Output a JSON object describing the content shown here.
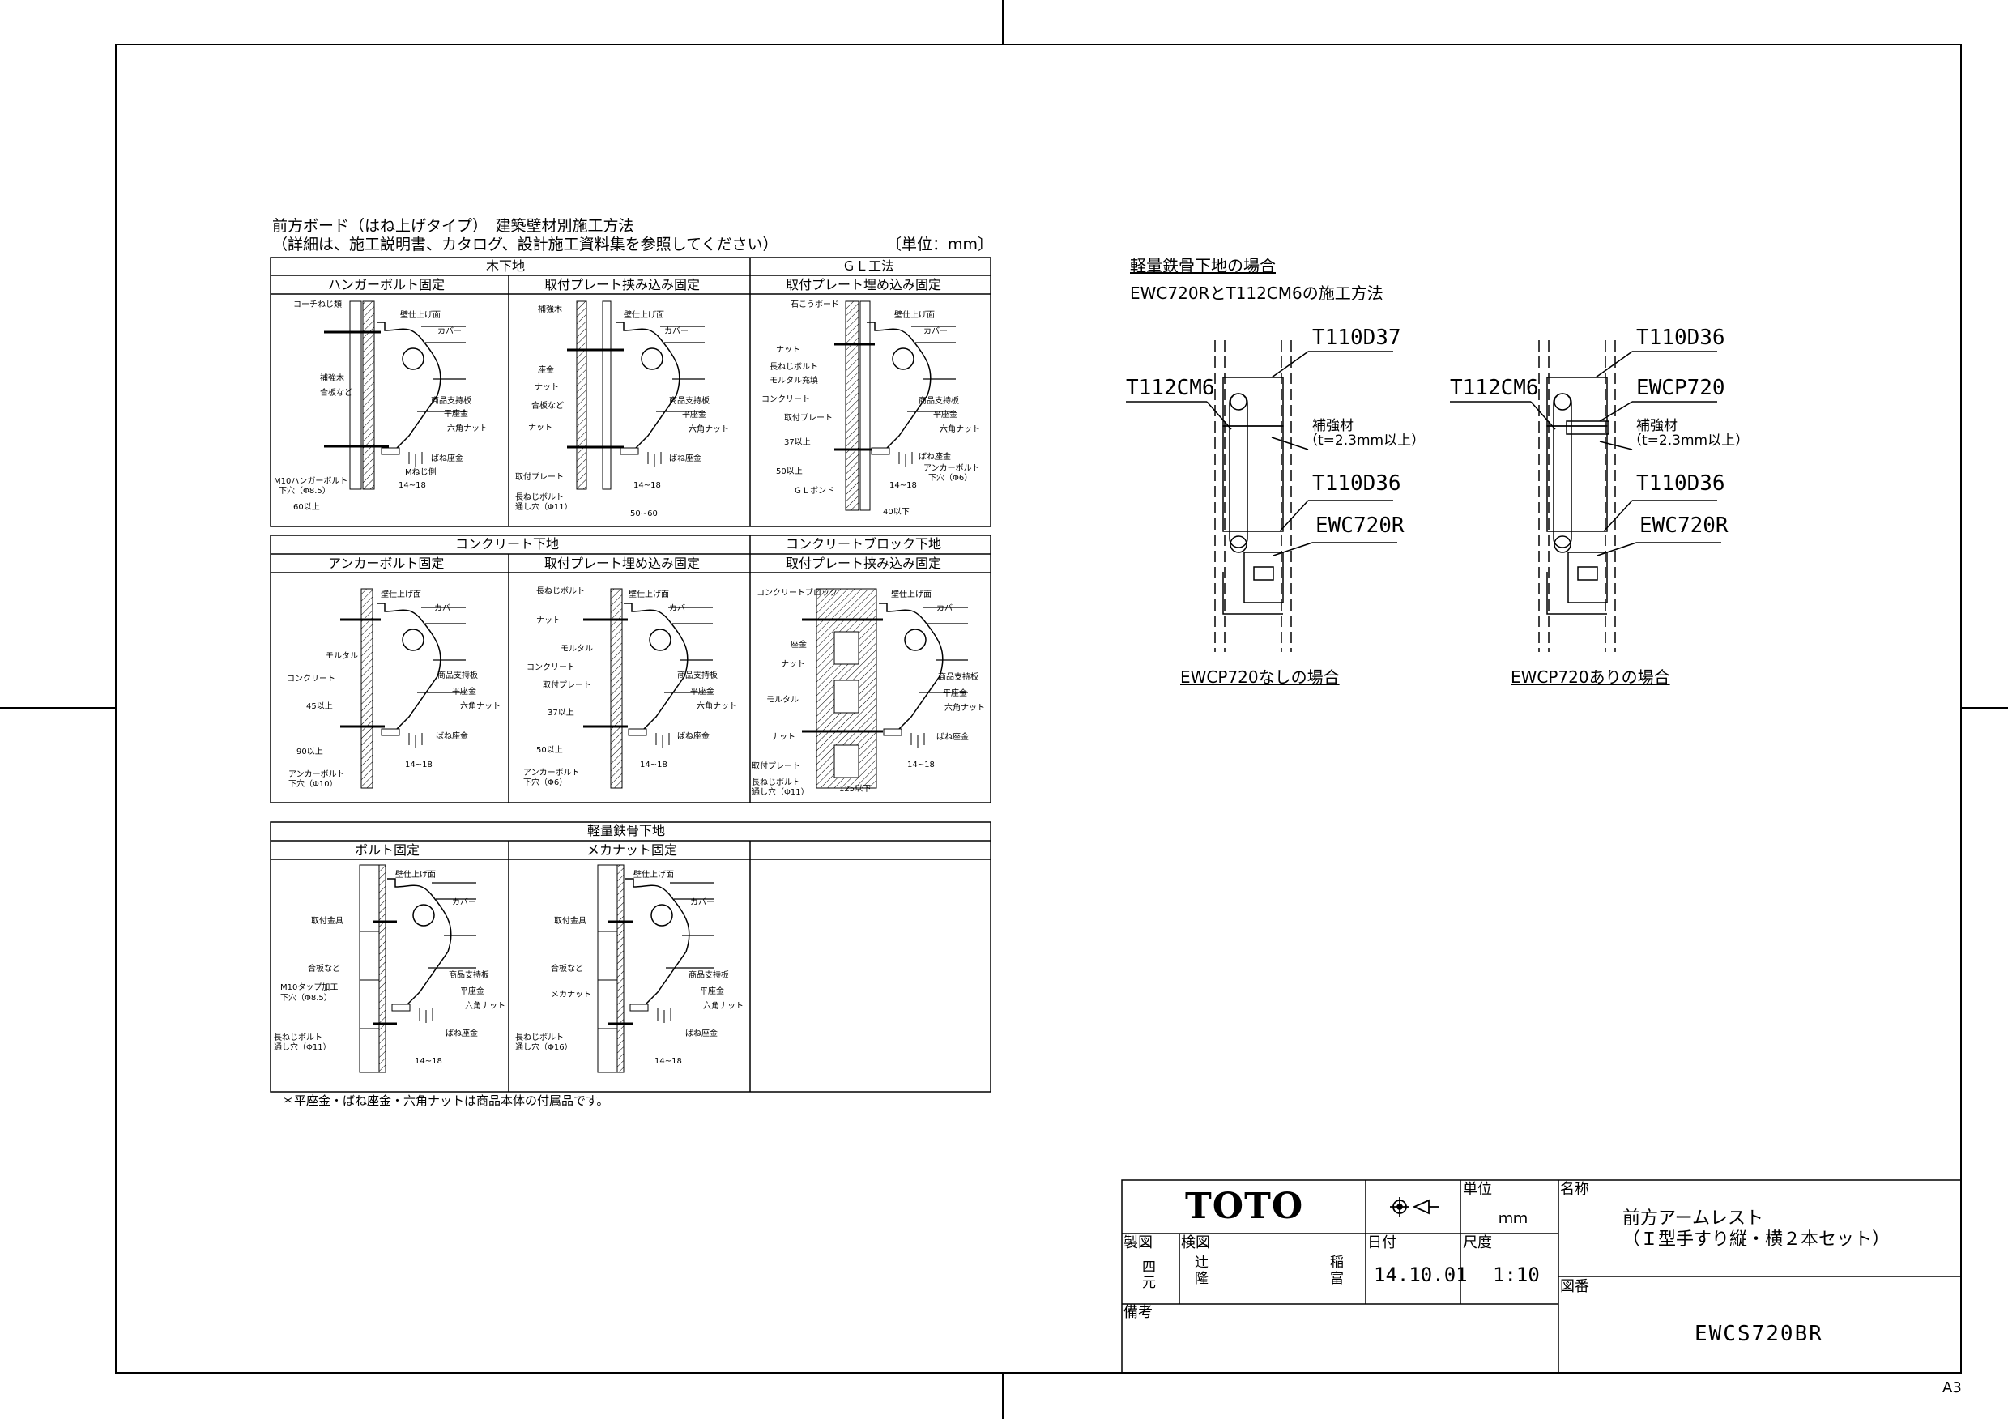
{
  "sheet": {
    "size_mark": "A3"
  },
  "methods": {
    "title": "前方ボード（はね上げタイプ）　建築壁材別施工方法",
    "subtitle": "（詳細は、施工説明書、カタログ、設計施工資料集を参照してください）",
    "unit": "〔単位：mm〕",
    "groups": {
      "wood": "木下地",
      "gl": "ＧＬ工法",
      "concrete": "コンクリート下地",
      "block": "コンクリートブロック下地",
      "steel": "軽量鉄骨下地"
    },
    "cols": {
      "hanger": "ハンガーボルト固定",
      "plate_clamp": "取付プレート挟み込み固定",
      "plate_embed": "取付プレート埋め込み固定",
      "anchor": "アンカーボルト固定",
      "plate_embed2": "取付プレート埋め込み固定",
      "plate_clamp2": "取付プレート挟み込み固定",
      "bolt": "ボルト固定",
      "mecha": "メカナット固定"
    },
    "labels": {
      "wall_finish": "壁仕上げ面",
      "cover": "カバー",
      "support_plate": "商品支持板",
      "flat_washer": "平座金",
      "hex_nut": "六角ナット",
      "spring_washer": "ばね座金",
      "coach_screw": "コーチねじ類",
      "reinforce_wood": "補強木",
      "plywood": "合板など",
      "m_screw": "Mねじ側",
      "hanger_bolt": "M10ハンガーボルト",
      "hanger_hole": "下穴（Φ8.5）",
      "dim_60": "60以上",
      "dim_14_18": "14~18",
      "washer": "座金",
      "nut": "ナット",
      "mounting_plate": "取付プレート",
      "long_bolt": "長ねじボルト",
      "through_hole_11": "通し穴（Φ11）",
      "dim_50_60": "50~60",
      "gypsum_board": "石こうボード",
      "mortar_fill": "モルタル充填",
      "concrete": "コンクリート",
      "dim_37": "37以上",
      "dim_50": "50以上",
      "gl_bond": "ＧＬボンド",
      "anchor_bolt": "アンカーボルト",
      "hole_6": "下穴（Φ6）",
      "dim_40": "40以下",
      "mortar": "モルタル",
      "dim_45": "45以上",
      "dim_90": "90以上",
      "hole_10": "下穴（Φ10）",
      "concrete_block": "コンクリートブロック",
      "dim_125": "125以下",
      "fitting": "取付金具",
      "m10_tap": "M10タップ加工",
      "tap_hole": "下穴（Φ8.5）",
      "mecha_nut": "メカナット",
      "through_hole_16": "通し穴（Φ16）"
    },
    "footnote": "＊平座金・ばね座金・六角ナットは商品本体の付属品です。"
  },
  "steel_method": {
    "heading": "軽量鉄骨下地の場合",
    "subheading": "EWC720RとT112CM6の施工方法",
    "left": {
      "top_part": "T110D37",
      "side_part": "T112CM6",
      "reinforce": "補強材",
      "reinforce_spec": "（t=2.3mm以上）",
      "mid_part": "T110D36",
      "bottom_part": "EWC720R",
      "caption": "EWCP720なしの場合"
    },
    "right": {
      "top_part": "T110D36",
      "side_part": "T112CM6",
      "ewcp": "EWCP720",
      "reinforce": "補強材",
      "reinforce_spec": "（t=2.3mm以上）",
      "mid_part": "T110D36",
      "bottom_part": "EWC720R",
      "caption": "EWCP720ありの場合"
    }
  },
  "title_block": {
    "logo": "TOTO",
    "unit_label": "単位",
    "unit_value": "ｍｍ",
    "name_label": "名称",
    "name_line1": "前方アームレスト",
    "name_line2": "（Ｉ型手すり縦・横２本セット）",
    "drawn_label": "製図",
    "drawn_value": "四元",
    "checked_label": "検図",
    "checked_left": "辻隆",
    "checked_right": "稲富",
    "date_label": "日付",
    "date_value": "14.10.01",
    "scale_label": "尺度",
    "scale_value": "1:10",
    "drawing_no_label": "図番",
    "drawing_no_value": "EWCS720BR",
    "remarks_label": "備考"
  }
}
